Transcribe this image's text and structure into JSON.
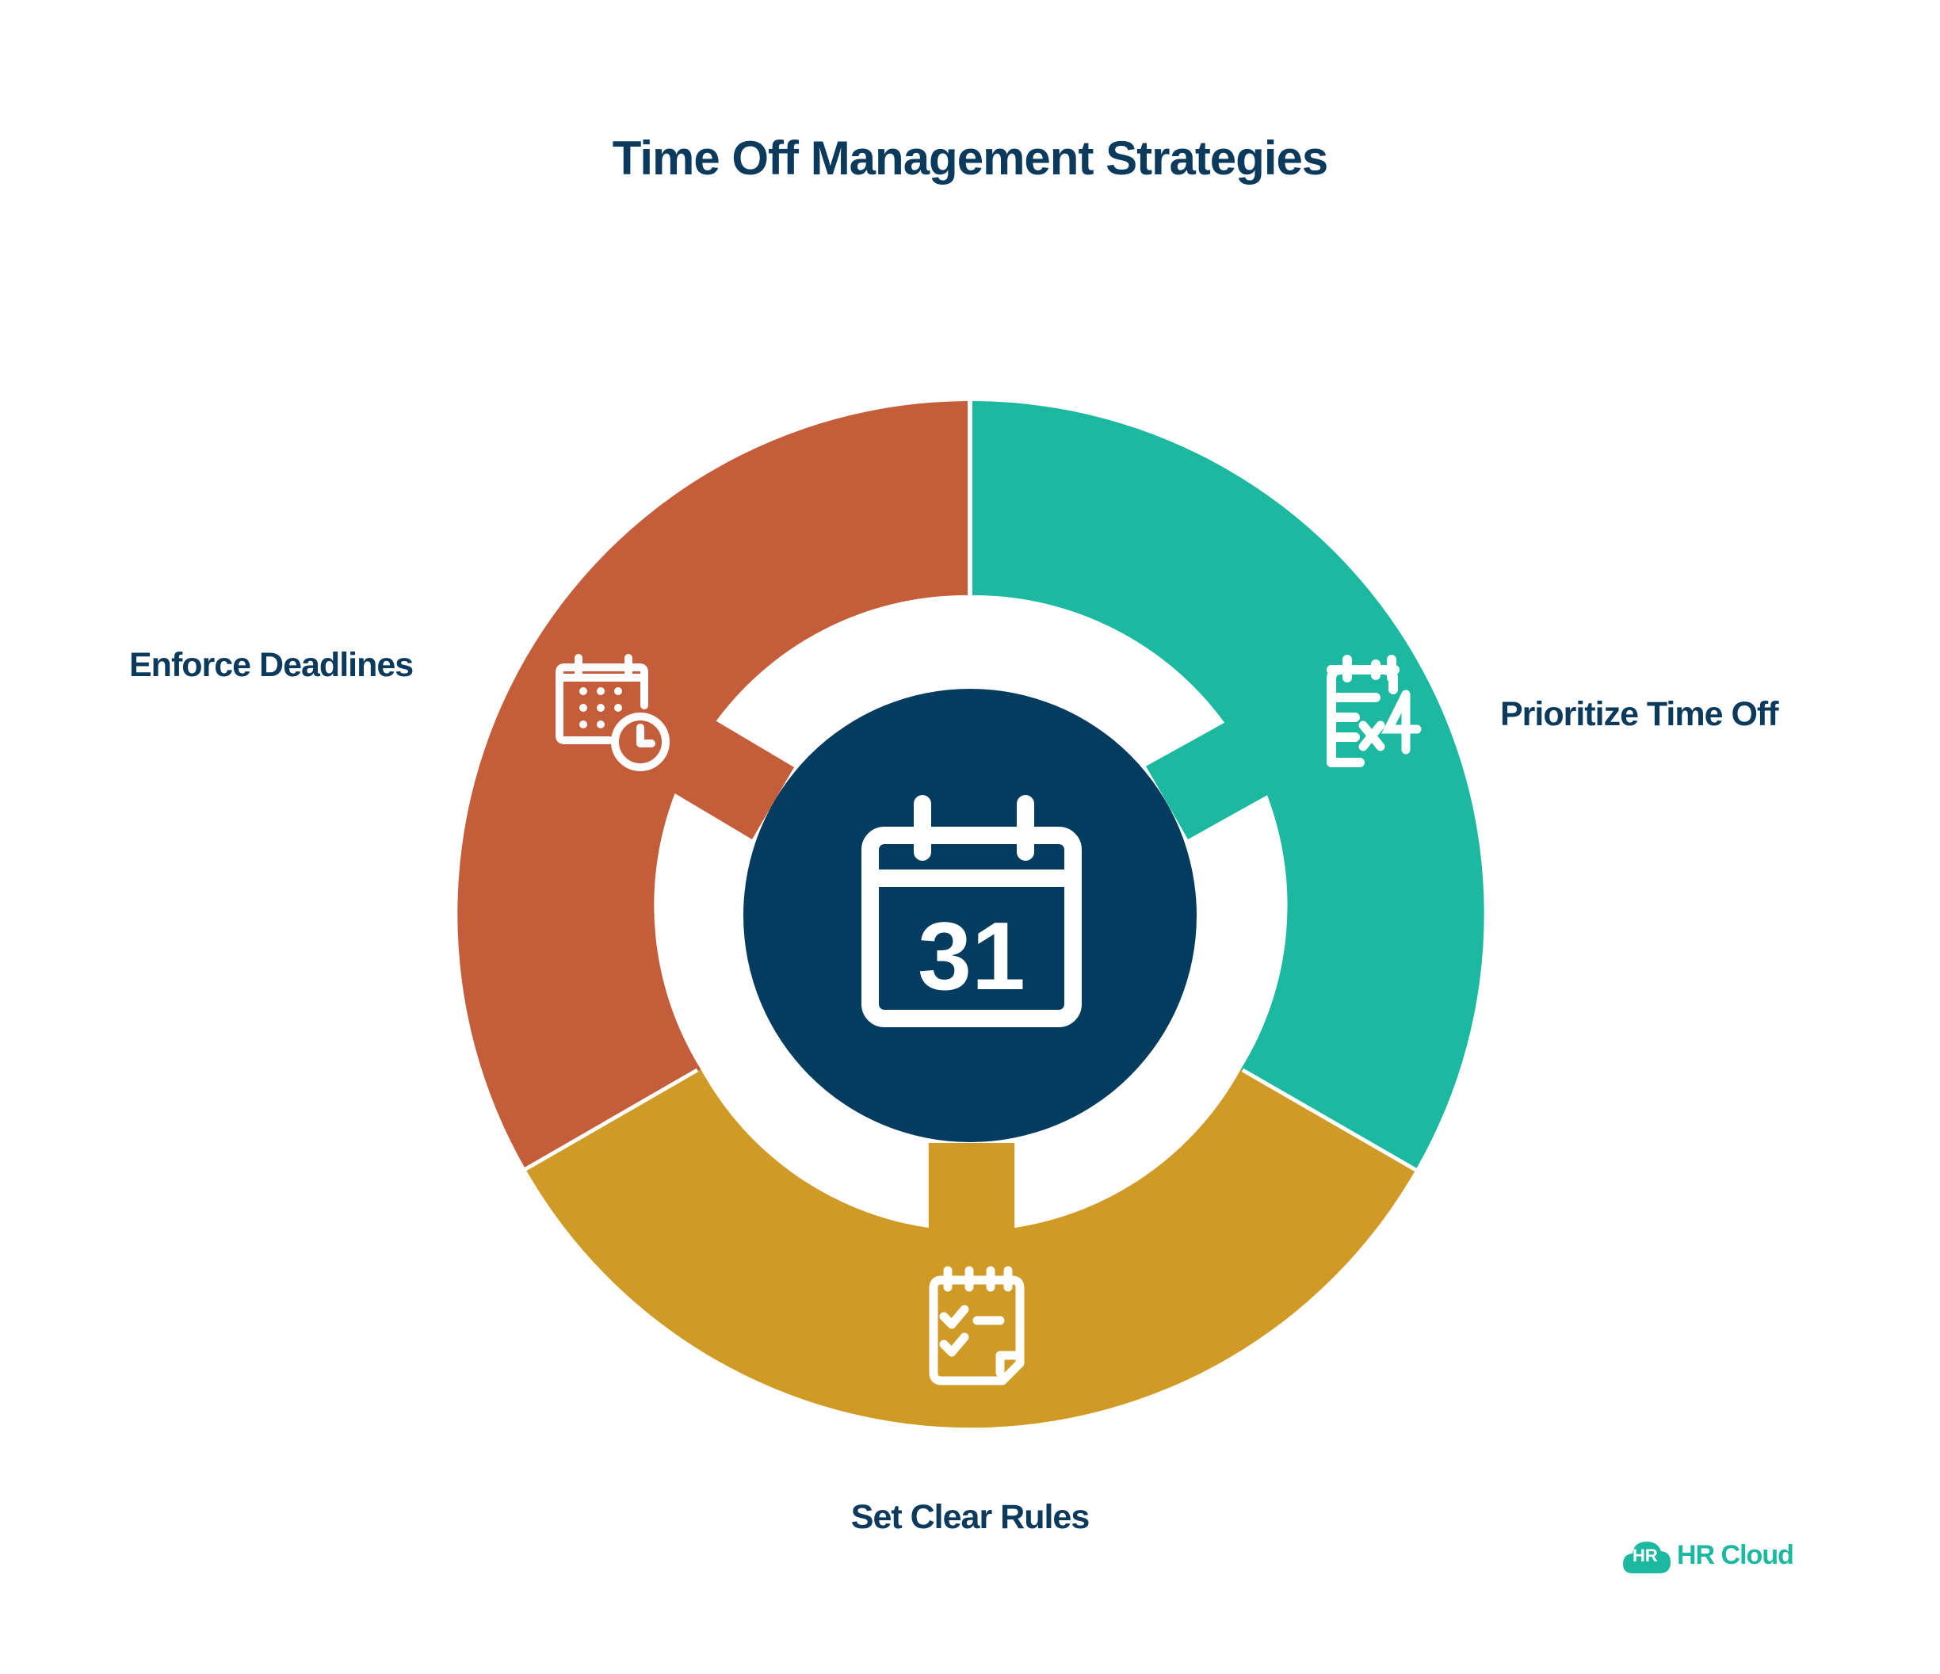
{
  "title": "Time Off Management Strategies",
  "center": {
    "icon": "calendar-31-icon",
    "day": "31"
  },
  "segments": [
    {
      "label": "Prioritize Time Off",
      "icon": "calendar-list-x4-icon",
      "color": "#1db8a0",
      "icon_text": "×4"
    },
    {
      "label": "Set Clear Rules",
      "icon": "calendar-checklist-icon",
      "color": "#cf9a25"
    },
    {
      "label": "Enforce Deadlines",
      "icon": "calendar-clock-icon",
      "color": "#c45d39"
    }
  ],
  "colors": {
    "title": "#0b3a5c",
    "center": "#033c5e",
    "accent": "#1db8a0"
  },
  "logo": {
    "badge": "HR",
    "text": "HR Cloud"
  }
}
